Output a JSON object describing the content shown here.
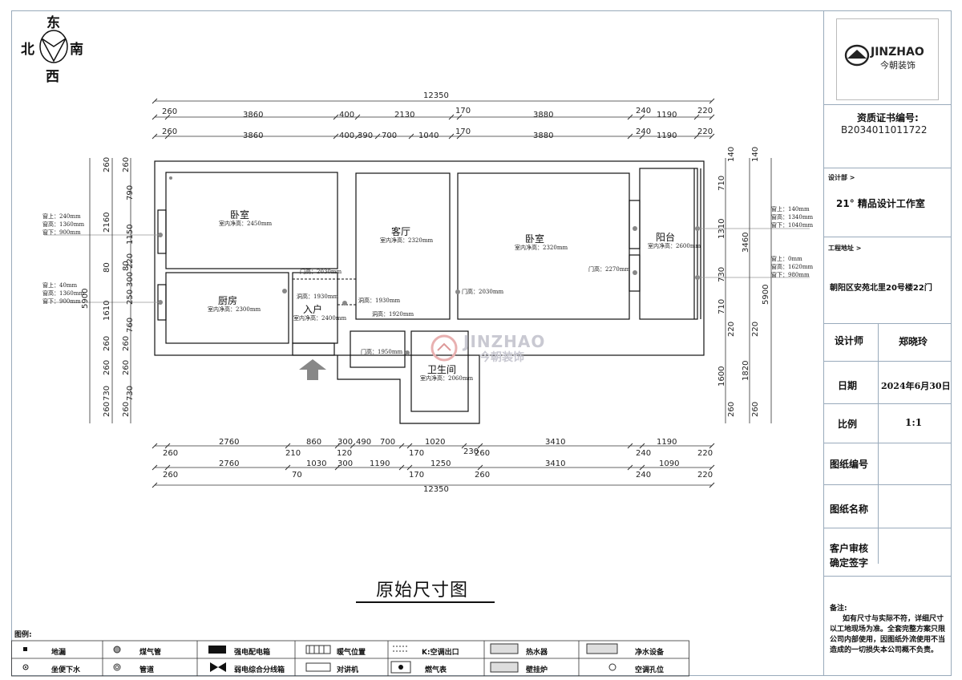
{
  "compass": {
    "north": "北",
    "east": "东",
    "south": "南",
    "west": "西"
  },
  "drawing_title": "原始尺寸图",
  "dims": {
    "top_total": "12350",
    "top_row1": [
      "260",
      "3860",
      "400",
      "2130",
      "170",
      "3880",
      "240",
      "1190",
      "220"
    ],
    "top_row2": [
      "260",
      "3860",
      "400",
      "390",
      "700",
      "1040",
      "170",
      "3880",
      "240",
      "1190",
      "220"
    ],
    "bottom_row1": [
      "2760",
      "860",
      "300",
      "490",
      "700",
      "1020",
      "3410",
      "1190"
    ],
    "bottom_row1b": [
      "260",
      "210",
      "120",
      "170",
      "230",
      "260",
      "240",
      "220"
    ],
    "bottom_row2": [
      "2760",
      "1030",
      "300",
      "1190",
      "1250",
      "3410",
      "1090"
    ],
    "bottom_row2b": [
      "260",
      "70",
      "170",
      "260",
      "240",
      "220"
    ],
    "bottom_total": "12350",
    "left_outer": "5900",
    "left_inner": [
      "260",
      "790",
      "1150",
      "80",
      "220",
      "300",
      "250",
      "760",
      "260",
      "260",
      "730",
      "260"
    ],
    "left_mid": [
      "260",
      "2160",
      "80",
      "1610",
      "260",
      "260",
      "730",
      "260"
    ],
    "right_inner": [
      "140",
      "710",
      "1310",
      "730",
      "710",
      "220",
      "1600",
      "260"
    ],
    "right_mid": [
      "140",
      "3460",
      "220",
      "1820",
      "260"
    ],
    "right_outer": "5900"
  },
  "rooms": [
    {
      "name": "卧室",
      "sub": "室内净高：2450mm"
    },
    {
      "name": "厨房",
      "sub": "室内净高：2300mm"
    },
    {
      "name": "入户",
      "sub": "室内净高：2400mm"
    },
    {
      "name": "客厅",
      "sub": "室内净高：2320mm"
    },
    {
      "name": "卧室",
      "sub": "室内净高：2320mm"
    },
    {
      "name": "阳台",
      "sub": "室内净高：2600mm"
    },
    {
      "name": "卫生间",
      "sub": "室内净高：2060mm"
    }
  ],
  "openings": {
    "door_2030_a": "门高：2030mm",
    "hole_1930_a": "洞高：1930mm",
    "hole_1930_b": "洞高：1930mm",
    "hole_1920": "洞高：1920mm",
    "door_2030_b": "门高：2030mm",
    "door_2270": "门高：2270mm",
    "door_1950": "门高：1950mm"
  },
  "windows": {
    "left_1": [
      "窗上：240mm",
      "窗高：1360mm",
      "窗下：900mm"
    ],
    "left_2": [
      "窗上：40mm",
      "窗高：1360mm",
      "窗下：900mm"
    ],
    "right_1": [
      "窗上：140mm",
      "窗高：1340mm",
      "窗下：1040mm"
    ],
    "right_2": [
      "窗上：0mm",
      "窗高：1620mm",
      "窗下：980mm"
    ]
  },
  "watermark": {
    "brand": "JINZHAO",
    "cn": "今朝装饰"
  },
  "title_block": {
    "logo_brand": "JINZHAO",
    "logo_cn": "今朝装饰",
    "cert_label": "资质证书编号:",
    "cert_no": "B2034011011722",
    "dept_label": "设计部 >",
    "dept_value": "21° 精品设计工作室",
    "addr_label": "工程地址 >",
    "addr_value": "朝阳区安苑北里20号楼22门",
    "designer_label": "设计师",
    "designer_value": "郑晓玲",
    "date_label": "日期",
    "date_value": "2024年6月30日",
    "scale_label": "比例",
    "scale_value": "1:1",
    "drawing_no_label": "图纸编号",
    "drawing_name_label": "图纸名称",
    "client_label_1": "客户审核",
    "client_label_2": "确定签字",
    "notes_title": "备注:",
    "notes_text": "如有尺寸与实际不符，详细尺寸以工地现场为准。全套完整方案只限公司内部使用，因图纸外流使用不当造成的一切损失本公司概不负责。"
  },
  "legend": {
    "title": "图例:",
    "items": [
      "地漏",
      "煤气管",
      "强电配电箱",
      "暖气位置",
      "K:空调出口",
      "热水器",
      "净水设备",
      "坐便下水",
      "管道",
      "弱电综合分线箱",
      "对讲机",
      "燃气表",
      "壁挂炉",
      "空调孔位"
    ]
  }
}
